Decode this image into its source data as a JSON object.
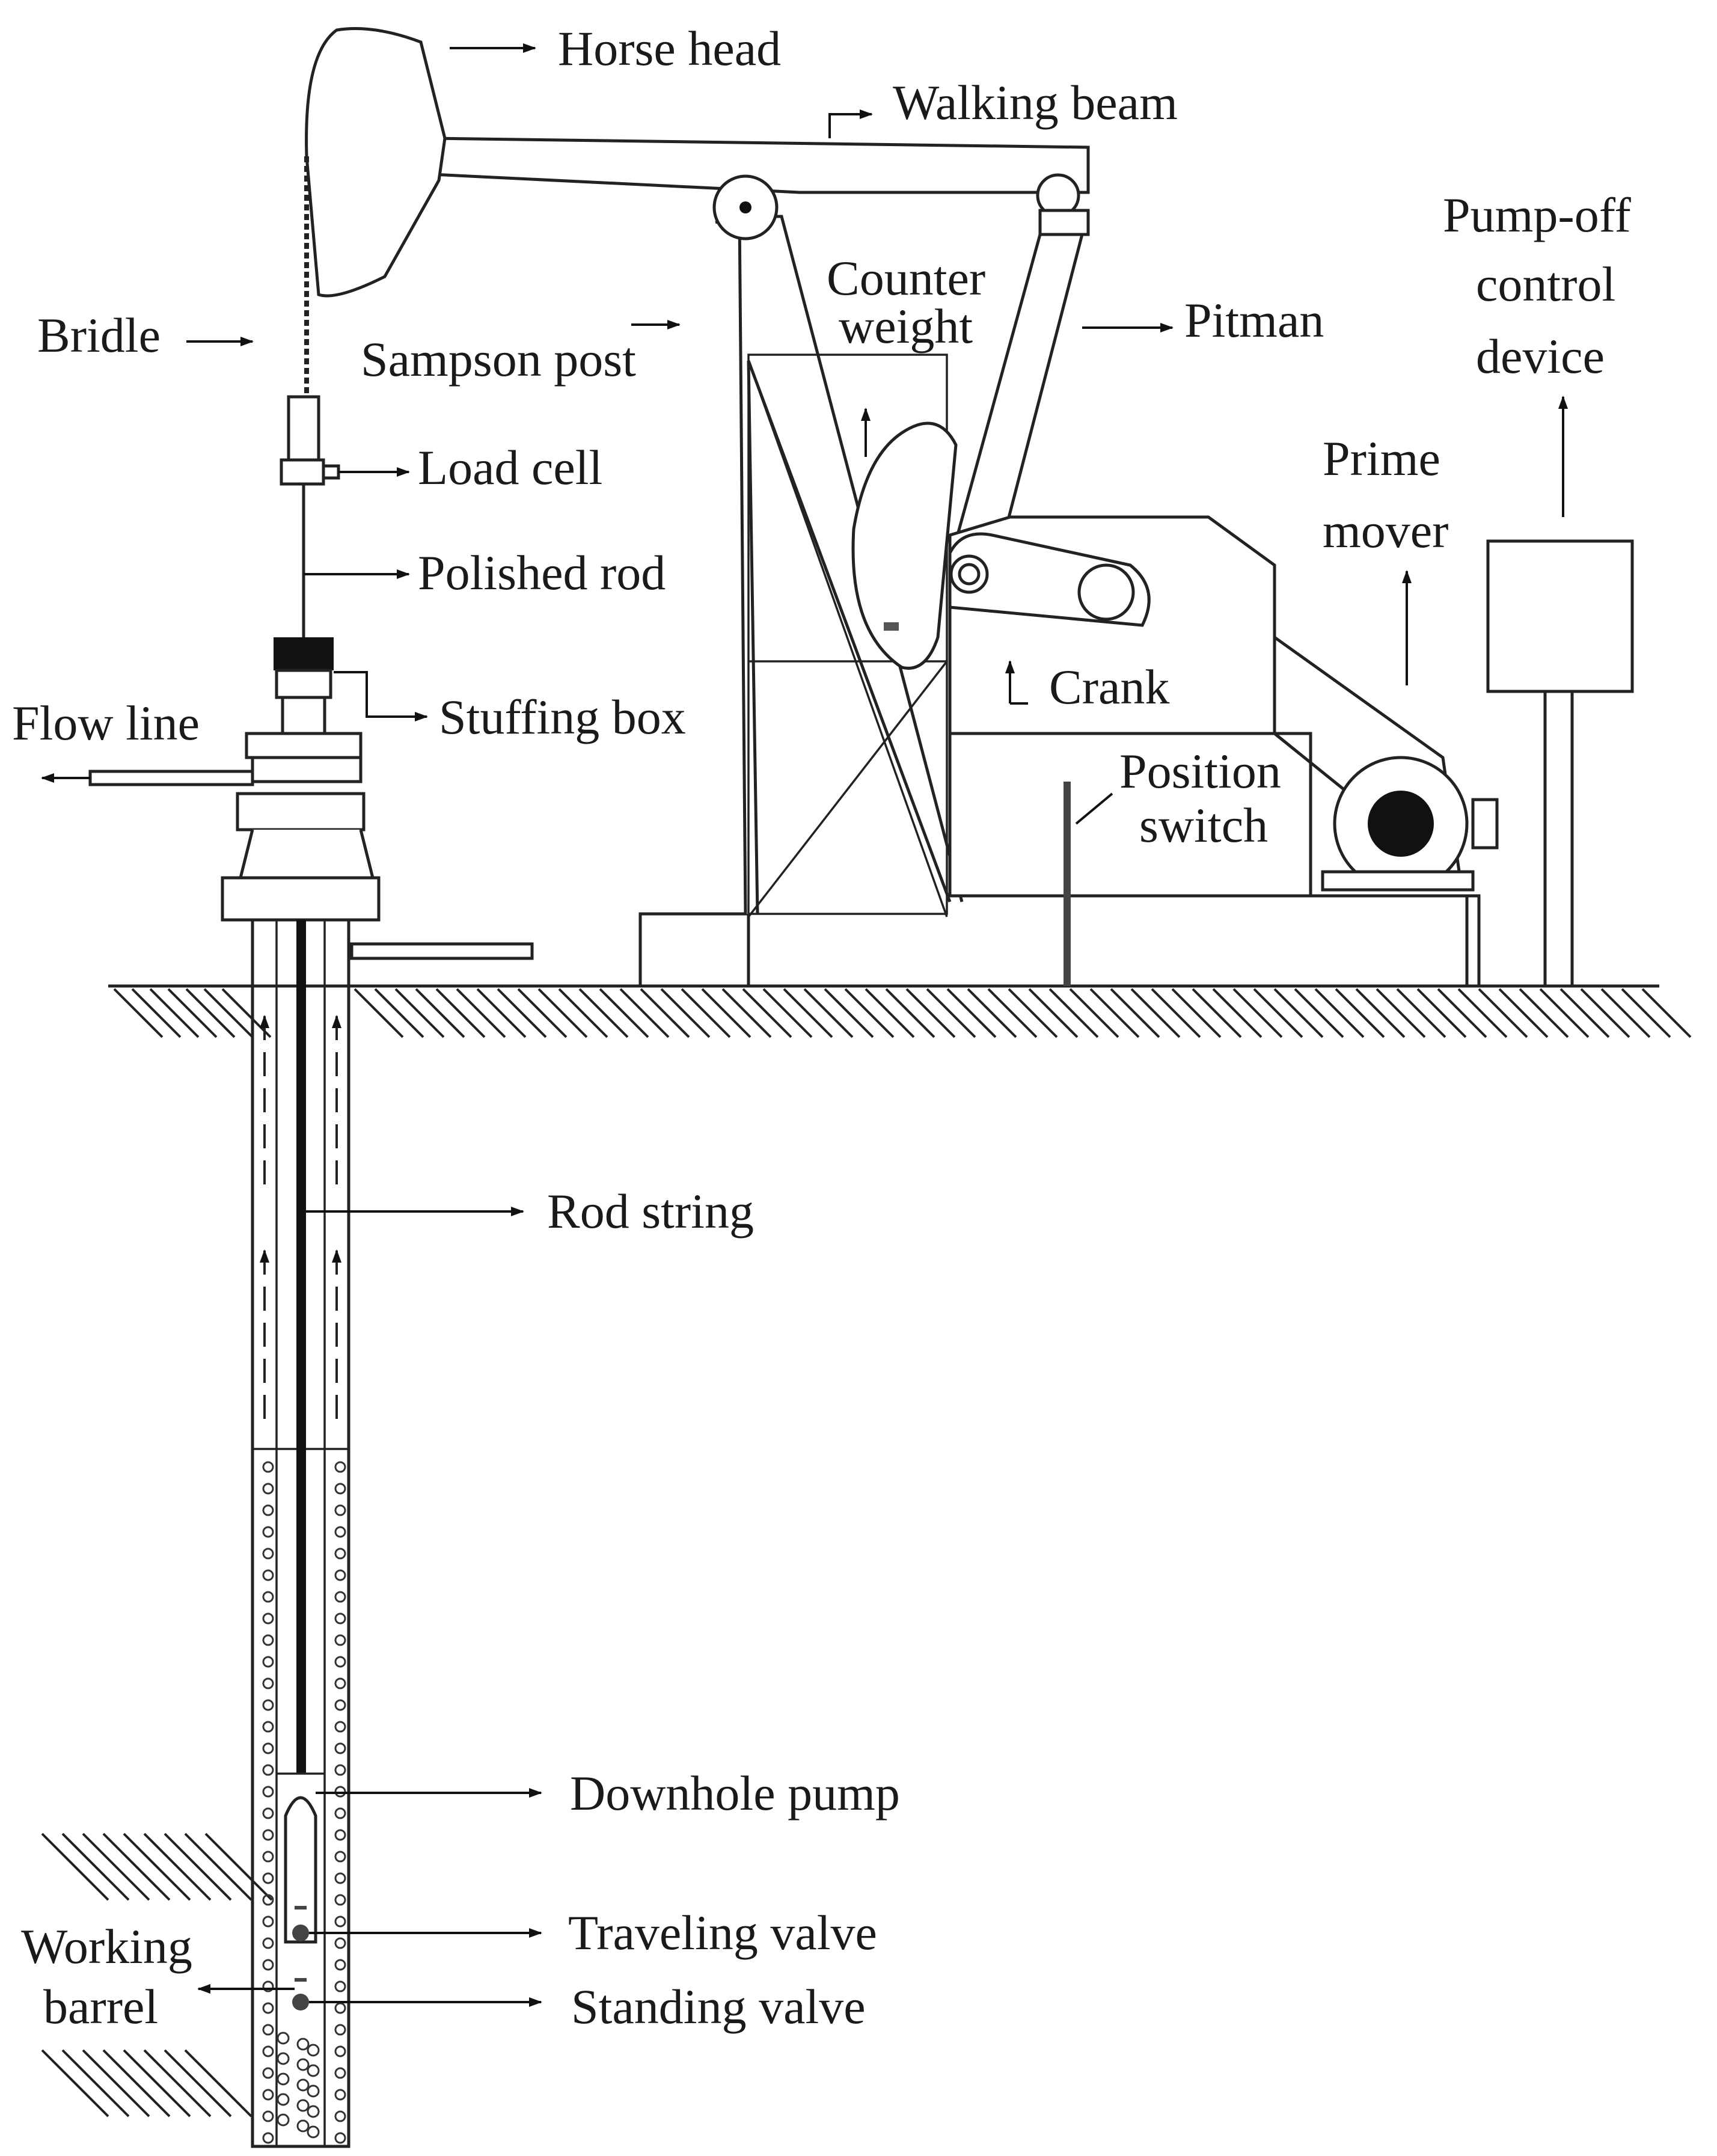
{
  "labels": {
    "horse_head": "Horse head",
    "walking_beam": "Walking beam",
    "pump_off_1": "Pump-off",
    "pump_off_2": "control",
    "pump_off_3": "device",
    "counter_weight_1": "Counter",
    "counter_weight_2": "weight",
    "pitman": "Pitman",
    "bridle": "Bridle",
    "sampson_post": "Sampson post",
    "load_cell": "Load cell",
    "prime_mover_1": "Prime",
    "prime_mover_2": "mover",
    "polished_rod": "Polished rod",
    "crank": "Crank",
    "flow_line": "Flow line",
    "stuffing_box": "Stuffing box",
    "position_switch_1": "Position",
    "position_switch_2": "switch",
    "rod_string": "Rod string",
    "downhole_pump": "Downhole pump",
    "working_barrel_1": "Working",
    "working_barrel_2": "barrel",
    "traveling_valve": "Traveling valve",
    "standing_valve": "Standing valve"
  }
}
